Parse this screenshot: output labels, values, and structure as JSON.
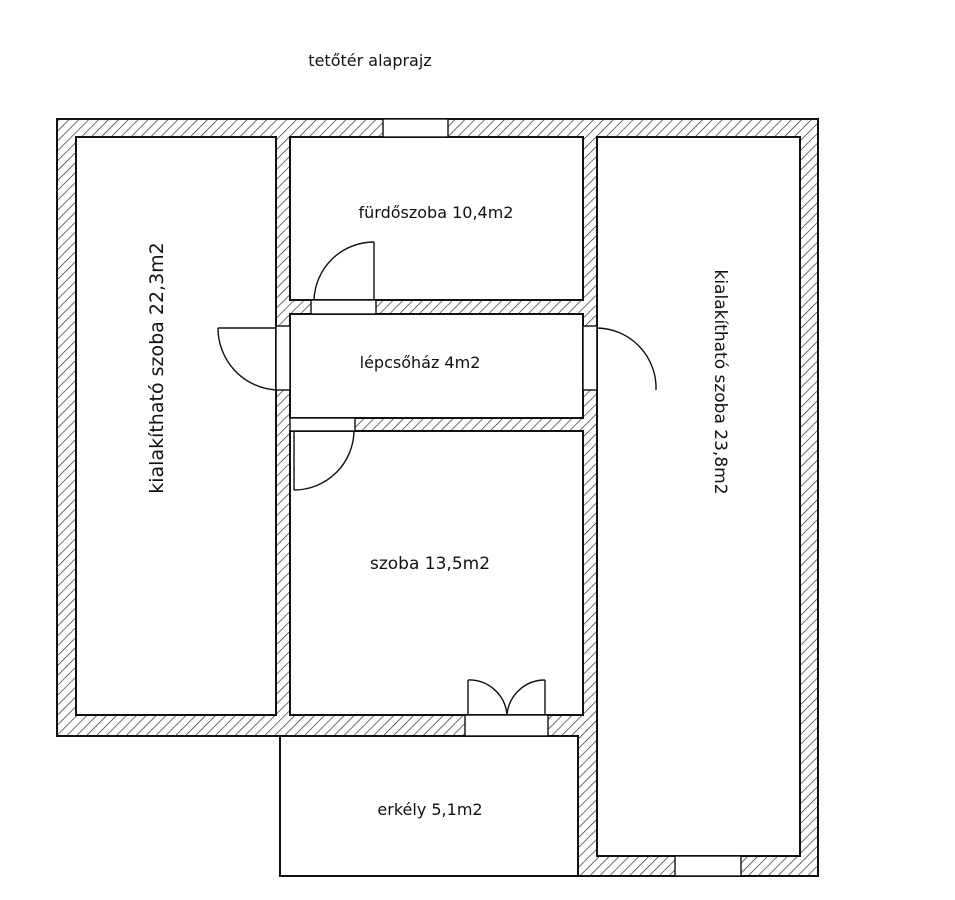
{
  "title": "tetőtér alaprajz",
  "rooms": {
    "left_room": "kialakítható szoba 22,3m2",
    "bathroom": "fürdőszoba 10,4m2",
    "stairwell": "lépcsőház 4m2",
    "bedroom": "szoba 13,5m2",
    "right_room": "kialakítható szoba 23,8m2",
    "balcony": "erkély 5,1m2"
  }
}
